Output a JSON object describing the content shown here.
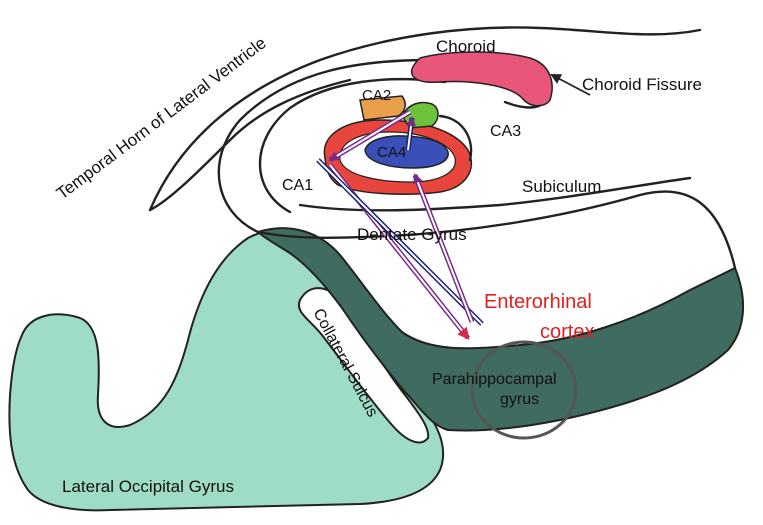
{
  "labels": {
    "temporal_horn": "Temporal Horn of Lateral Ventricle",
    "choroid": "Choroid",
    "choroid_fissure": "Choroid Fissure",
    "ca2": "CA2",
    "ca3": "CA3",
    "ca4": "CA4",
    "ca1": "CA1",
    "subiculum": "Subiculum",
    "dentate_gyrus": "Dentate Gyrus",
    "enterorhinal_line1": "Enterorhinal",
    "enterorhinal_line2": "cortex",
    "collateral_sulcus": "Collateral Sulcus",
    "parahippocampal_line1": "Parahippocampal",
    "parahippocampal_line2": "gyrus",
    "lateral_occipital_gyrus": "Lateral Occipital Gyrus"
  },
  "colors": {
    "choroid": "#e8577a",
    "ca2": "#e8a04a",
    "ca3": "#6cc23c",
    "ca4": "#3b4fb8",
    "ca1_ring": "#e8453c",
    "light_green": "#9fdcc6",
    "dark_green": "#3f6b60",
    "pathway_purple": "#7a2a8a",
    "pathway_navy": "#1d2470",
    "enterorhinal_text": "#e02020",
    "circle": "#555555"
  },
  "icons": {
    "choroid_fissure_pointer": "arrow-icon",
    "pathway_arrowheads": "arrowhead-icon"
  }
}
